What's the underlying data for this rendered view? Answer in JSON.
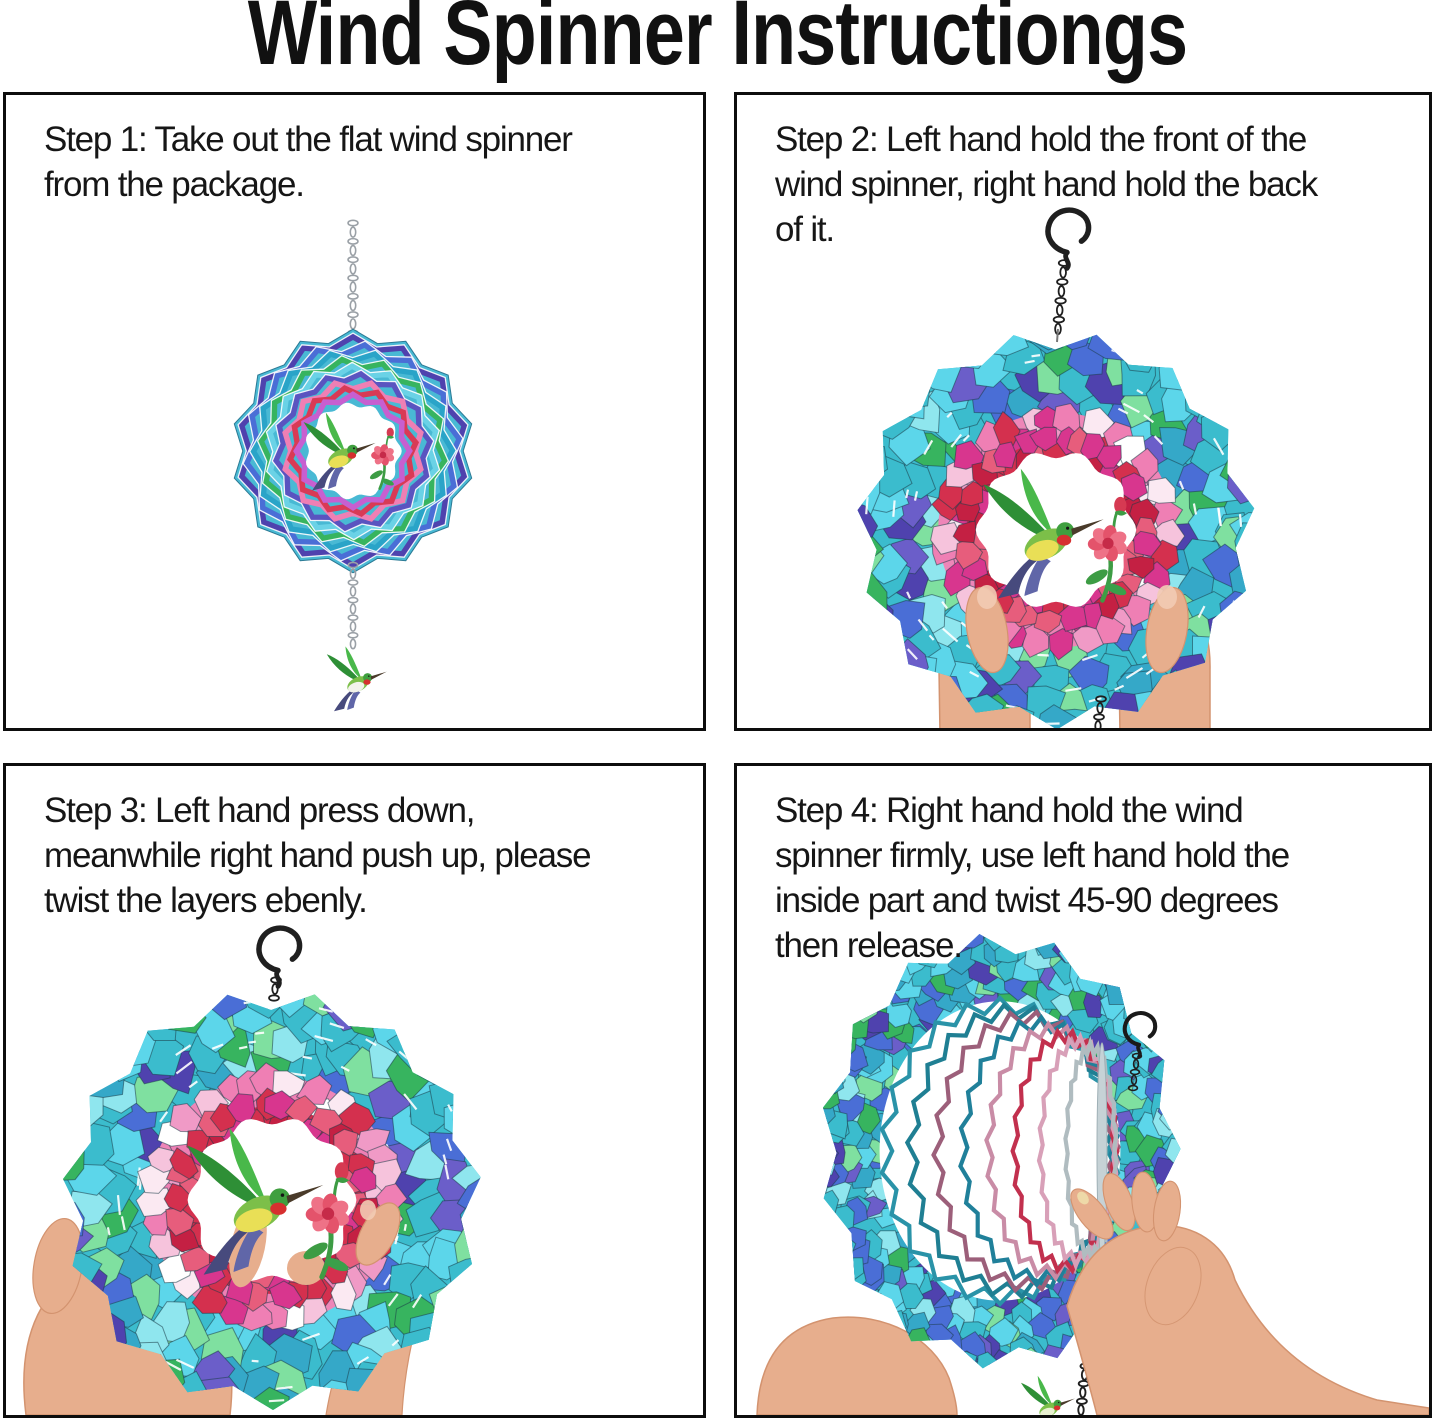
{
  "title": "Wind Spinner Instructiongs",
  "steps": [
    {
      "name": "step-1",
      "text": "Step 1: Take out the flat wind spinner\nfrom the package.",
      "illustration": "flat wind spinner hanging on a chain with a small hummingbird charm below"
    },
    {
      "name": "step-2",
      "text": "Step 2: Left hand hold the front of the\nwind spinner, right hand hold the back\nof it.",
      "illustration": "two hands holding the round mosaic wind spinner, hook and chain on top"
    },
    {
      "name": "step-3",
      "text": "Step 3: Left hand press down,\nmeanwhile right hand push up, please\ntwist the layers ebenly.",
      "illustration": "hands pressing and pushing the wind spinner layers, hook on top"
    },
    {
      "name": "step-4",
      "text": "Step 4: Right hand hold the wind\nspinner firmly, use left hand hold the\ninside part and twist 45-90 degrees\nthen release.",
      "illustration": "wind spinner twisted open into 3D spiral held by right hand, charm below"
    }
  ],
  "colors": {
    "teal": "#3bbccd",
    "cyan": "#5cd6ea",
    "lightCyan": "#8fe6ee",
    "green": "#37b45f",
    "mint": "#7fe0a0",
    "purple": "#6b5ec9",
    "deepPurple": "#4f42ae",
    "blue": "#4a6ed6",
    "pink": "#ef7fb4",
    "lightPink": "#f6c3dc",
    "paleWhitePink": "#fbe9f2",
    "magenta": "#d8368e",
    "red": "#d4304e",
    "deepRed": "#c42043",
    "white": "#ffffff",
    "birdBelly": "#e9df56",
    "birdThroat": "#d62f2f",
    "birdTail": "#474a7d",
    "stemGreen": "#3d9c44",
    "flowerRed": "#e0485e",
    "skin": "#e7ae8d",
    "skinShade": "#d3936f",
    "chainBlack": "#1f1f1f",
    "chainSilver": "#9aa0a6",
    "panelBorder": "#0d0d0d",
    "cellStroke": "#1b3d49",
    "titleColor": "#111111",
    "textColor": "#161616"
  }
}
